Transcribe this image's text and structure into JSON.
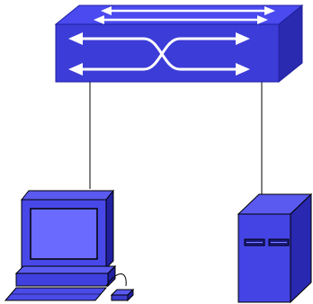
{
  "diagram": {
    "nodes": [
      {
        "id": "switch",
        "icon": "network-switch-icon"
      },
      {
        "id": "pc",
        "icon": "desktop-computer-icon"
      },
      {
        "id": "server",
        "icon": "server-tower-icon"
      }
    ],
    "links": [
      {
        "from": "switch",
        "to": "pc"
      },
      {
        "from": "switch",
        "to": "server"
      }
    ],
    "colors": {
      "device_fill": "#4040e0",
      "device_top": "#5050f0",
      "device_dark": "#2020a0",
      "device_side": "#1a1a90",
      "screen": "#6a6aff",
      "arrow": "#ffffff",
      "link": "#000000"
    }
  }
}
